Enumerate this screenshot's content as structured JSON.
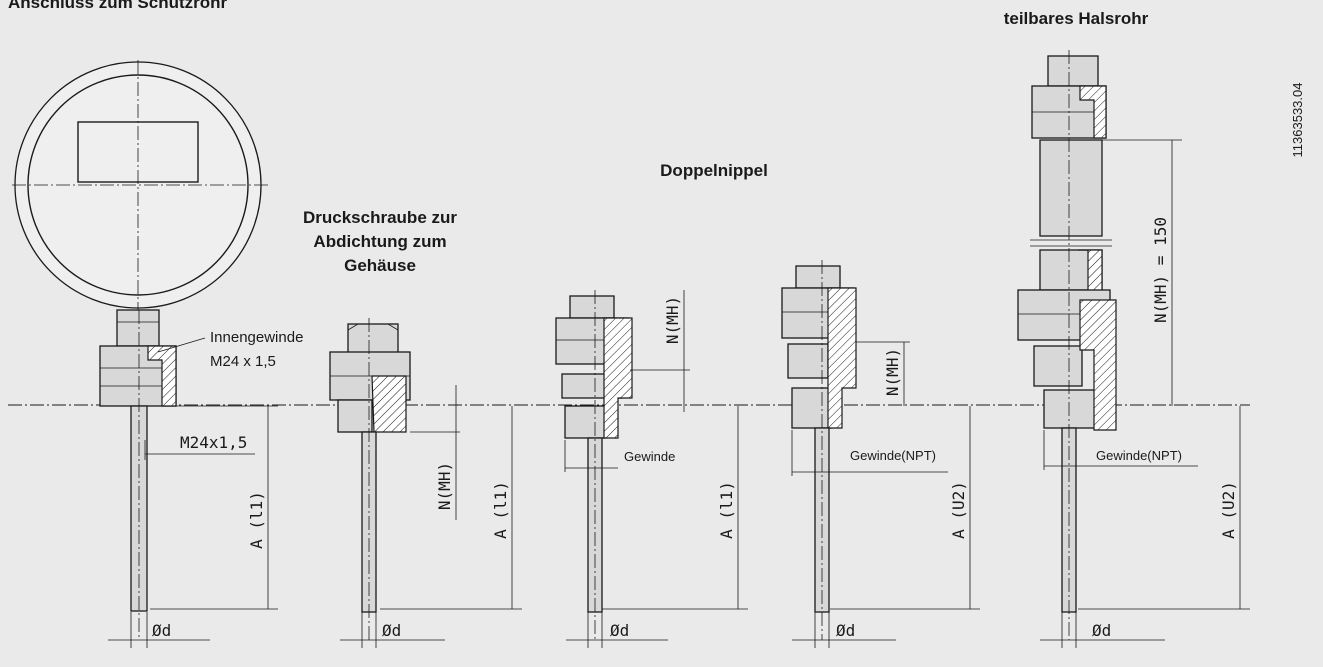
{
  "titles": {
    "anschluss": "Anschluss zum Schutzrohr",
    "halsrohr": "teilbares Halsrohr",
    "doppelnippel": "Doppelnippel",
    "druck_1": "Druckschraube zur",
    "druck_2": "Abdichtung zum",
    "druck_3": "Gehäuse"
  },
  "labels": {
    "innengewinde_1": "Innengewinde",
    "innengewinde_2": "M24 x 1,5",
    "m24": "M24x1,5",
    "gewinde": "Gewinde",
    "gewinde_npt_1": "Gewinde(NPT)",
    "gewinde_npt_2": "Gewinde(NPT)"
  },
  "dims": {
    "d1": "Ød",
    "d2": "Ød",
    "d3": "Ød",
    "d4": "Ød",
    "d5": "Ød",
    "a1": "A (l1)",
    "a2": "A (l1)",
    "a3": "A (l1)",
    "a4": "A (U2)",
    "a5": "A (U2)",
    "n2": "N(MH)",
    "n3": "N(MH)",
    "n4": "N(MH)",
    "n5": "N(MH) = 150"
  },
  "code": "11363533.04",
  "colors": {
    "background": "#eaeaea",
    "line": "#1a1a1a",
    "part": "#d8d8d8"
  }
}
